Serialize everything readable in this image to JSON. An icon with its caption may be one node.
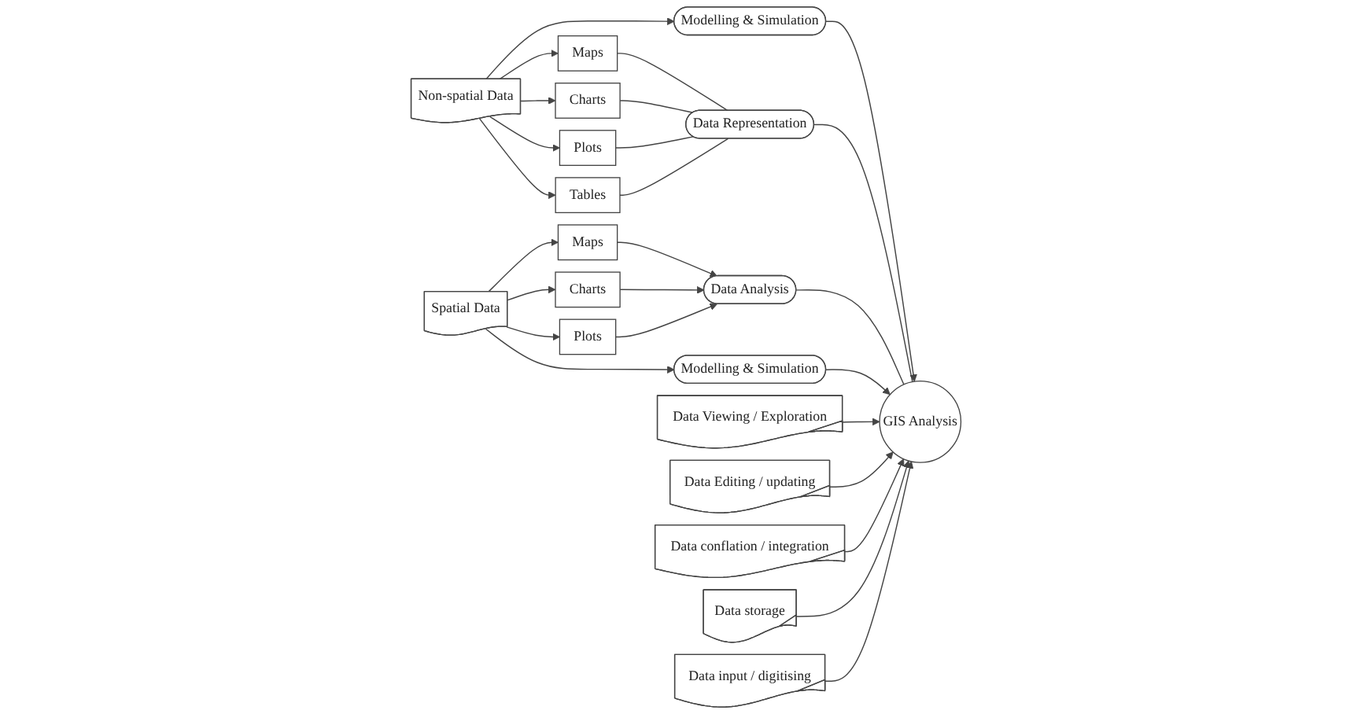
{
  "diagram": {
    "nodes": [
      {
        "text": [
          "Non-spatial Data"
        ]
      },
      {
        "text": [
          "Modelling & Simulation"
        ]
      },
      {
        "text": [
          "Maps"
        ]
      },
      {
        "text": [
          "Charts"
        ]
      },
      {
        "text": [
          "Plots"
        ]
      },
      {
        "text": [
          "Tables"
        ]
      },
      {
        "text": [
          "Data Representation"
        ]
      },
      {
        "text": [
          "Spatial Data"
        ]
      },
      {
        "text": [
          "Maps"
        ]
      },
      {
        "text": [
          "Charts"
        ]
      },
      {
        "text": [
          "Plots"
        ]
      },
      {
        "text": [
          "Data Analysis"
        ]
      },
      {
        "text": [
          "Modelling & Simulation"
        ]
      },
      {
        "text": [
          "GIS Analysis"
        ]
      },
      {
        "text": [
          "Data Viewing / Exploration"
        ]
      },
      {
        "text": [
          "Data Editing / updating"
        ]
      },
      {
        "text": [
          "Data conflation / integration"
        ]
      },
      {
        "text": [
          "Data storage"
        ]
      },
      {
        "text": [
          "Data input / digitising"
        ]
      }
    ],
    "edges": [
      {
        "from": 0,
        "to": 1,
        "arrow": "to"
      },
      {
        "from": 0,
        "to": 2,
        "arrow": "to"
      },
      {
        "from": 0,
        "to": 3,
        "arrow": "to"
      },
      {
        "from": 0,
        "to": 4,
        "arrow": "to"
      },
      {
        "from": 0,
        "to": 5,
        "arrow": "to"
      },
      {
        "from": 2,
        "to": 6,
        "arrow": "none"
      },
      {
        "from": 3,
        "to": 6,
        "arrow": "none"
      },
      {
        "from": 4,
        "to": 6,
        "arrow": "none"
      },
      {
        "from": 5,
        "to": 6,
        "arrow": "none"
      },
      {
        "from": 7,
        "to": 8,
        "arrow": "to"
      },
      {
        "from": 7,
        "to": 9,
        "arrow": "to"
      },
      {
        "from": 7,
        "to": 10,
        "arrow": "to"
      },
      {
        "from": 7,
        "to": 12,
        "arrow": "to"
      },
      {
        "from": 8,
        "to": 11,
        "arrow": "to"
      },
      {
        "from": 9,
        "to": 11,
        "arrow": "to"
      },
      {
        "from": 10,
        "to": 11,
        "arrow": "to"
      },
      {
        "from": 1,
        "to": 13,
        "arrow": "to"
      },
      {
        "from": 6,
        "to": 13,
        "arrow": "none"
      },
      {
        "from": 11,
        "to": 13,
        "arrow": "none"
      },
      {
        "from": 12,
        "to": 13,
        "arrow": "to"
      },
      {
        "from": 14,
        "to": 13,
        "arrow": "to"
      },
      {
        "from": 15,
        "to": 13,
        "arrow": "to"
      },
      {
        "from": 16,
        "to": 13,
        "arrow": "to"
      },
      {
        "from": 17,
        "to": 13,
        "arrow": "to"
      },
      {
        "from": 18,
        "to": 13,
        "arrow": "to"
      }
    ]
  }
}
